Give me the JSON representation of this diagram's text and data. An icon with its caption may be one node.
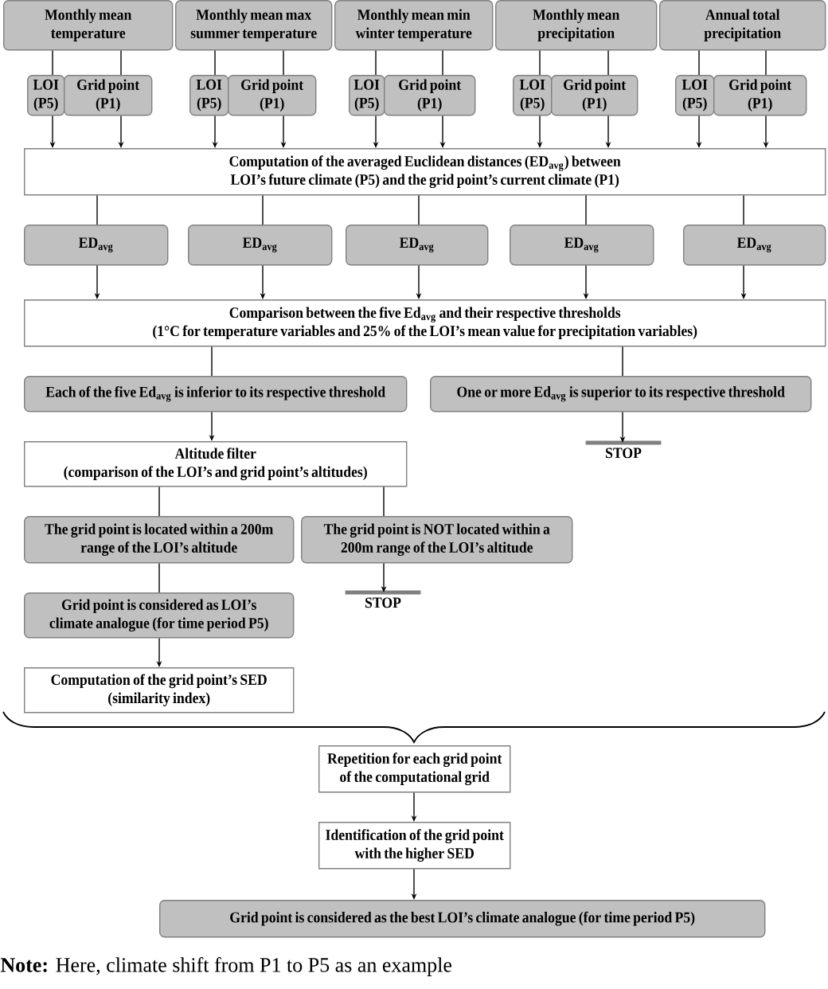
{
  "diagram": {
    "nodes": [
      {
        "text": [
          "Monthly mean temperature"
        ]
      },
      {
        "text": [
          "Monthly mean max summer temperature"
        ]
      },
      {
        "text": [
          "Monthly mean min winter temperature"
        ]
      },
      {
        "text": [
          "Monthly mean precipitation"
        ]
      },
      {
        "text": [
          "Annual total precipitation"
        ]
      },
      {
        "text": [
          "LOI (P5)"
        ]
      },
      {
        "text": [
          "Grid point (P1)"
        ]
      },
      {
        "text": [
          "LOI (P5)"
        ]
      },
      {
        "text": [
          "Grid point (P1)"
        ]
      },
      {
        "text": [
          "LOI (P5)"
        ]
      },
      {
        "text": [
          "Grid point (P1)"
        ]
      },
      {
        "text": [
          "LOI (P5)"
        ]
      },
      {
        "text": [
          "Grid point (P1)"
        ]
      },
      {
        "text": [
          "LOI (P5)"
        ]
      },
      {
        "text": [
          "Grid point (P1)"
        ]
      },
      {
        "text": [
          "Computation of the averaged Euclidean distances (ED$_{avg}$) between LOI’s future climate (P5) and the grid point’s current climate (P1)"
        ]
      },
      {
        "text": [
          "ED$_{avg}$"
        ]
      },
      {
        "text": [
          "ED$_{avg}$"
        ]
      },
      {
        "text": [
          "ED$_{avg}$"
        ]
      },
      {
        "text": [
          "ED$_{avg}$"
        ]
      },
      {
        "text": [
          "ED$_{avg}$"
        ]
      },
      {
        "text": [
          "Comparison between the five Ed$_{avg}$ and their respective thresholds",
          "(1°C for temperature variables and 25% of the LOI’s mean value for precipitation variables)"
        ]
      },
      {
        "text": [
          "Each of the five Ed$_{avg}$ is inferior to its respective threshold"
        ]
      },
      {
        "text": [
          "One or more Ed$_{avg}$ is superior to its respective threshold"
        ]
      },
      {
        "text": [
          "Altitude filter",
          "(comparison of the LOI’s and grid point’s altitudes)"
        ]
      },
      {
        "text": [
          "STOP"
        ]
      },
      {
        "text": [
          "The grid point is located within a 200m range of the LOI’s altitude"
        ]
      },
      {
        "text": [
          "The grid point is NOT located within a 200m range of the LOI’s altitude"
        ]
      },
      {
        "text": [
          "Grid point is considered as LOI’s climate analogue (for time period P5)"
        ]
      },
      {
        "text": [
          "STOP"
        ]
      },
      {
        "text": [
          "Computation of the grid point’s SED",
          "(similarity index)"
        ]
      },
      {
        "text": [
          "Repetition for each grid point of the computational grid"
        ]
      },
      {
        "text": [
          "Identification of the grid point with the higher SED"
        ]
      },
      {
        "text": [
          "Grid point is considered as the best LOI’s climate analogue (for time period P5)"
        ]
      }
    ],
    "edges": [
      {
        "from": 0,
        "to": 5,
        "arrow": "none"
      },
      {
        "from": 0,
        "to": 6,
        "arrow": "none"
      },
      {
        "from": 1,
        "to": 7,
        "arrow": "none"
      },
      {
        "from": 1,
        "to": 8,
        "arrow": "none"
      },
      {
        "from": 2,
        "to": 9,
        "arrow": "none"
      },
      {
        "from": 2,
        "to": 10,
        "arrow": "none"
      },
      {
        "from": 3,
        "to": 11,
        "arrow": "none"
      },
      {
        "from": 3,
        "to": 12,
        "arrow": "none"
      },
      {
        "from": 4,
        "to": 13,
        "arrow": "none"
      },
      {
        "from": 4,
        "to": 14,
        "arrow": "none"
      },
      {
        "from": 5,
        "to": 15,
        "arrow": "to"
      },
      {
        "from": 6,
        "to": 15,
        "arrow": "to"
      },
      {
        "from": 7,
        "to": 15,
        "arrow": "to"
      },
      {
        "from": 8,
        "to": 15,
        "arrow": "to"
      },
      {
        "from": 9,
        "to": 15,
        "arrow": "to"
      },
      {
        "from": 10,
        "to": 15,
        "arrow": "to"
      },
      {
        "from": 11,
        "to": 15,
        "arrow": "to"
      },
      {
        "from": 12,
        "to": 15,
        "arrow": "to"
      },
      {
        "from": 13,
        "to": 15,
        "arrow": "to"
      },
      {
        "from": 14,
        "to": 15,
        "arrow": "to"
      },
      {
        "from": 15,
        "to": 16,
        "arrow": "none"
      },
      {
        "from": 15,
        "to": 17,
        "arrow": "none"
      },
      {
        "from": 15,
        "to": 18,
        "arrow": "none"
      },
      {
        "from": 15,
        "to": 19,
        "arrow": "none"
      },
      {
        "from": 15,
        "to": 20,
        "arrow": "none"
      },
      {
        "from": 16,
        "to": 21,
        "arrow": "to"
      },
      {
        "from": 17,
        "to": 21,
        "arrow": "to"
      },
      {
        "from": 18,
        "to": 21,
        "arrow": "to"
      },
      {
        "from": 19,
        "to": 21,
        "arrow": "to"
      },
      {
        "from": 20,
        "to": 21,
        "arrow": "to"
      },
      {
        "from": 21,
        "to": 22,
        "arrow": "none"
      },
      {
        "from": 21,
        "to": 23,
        "arrow": "none"
      },
      {
        "from": 22,
        "to": 24,
        "arrow": "to"
      },
      {
        "from": 23,
        "to": 25,
        "arrow": "to"
      },
      {
        "from": 24,
        "to": 26,
        "arrow": "none"
      },
      {
        "from": 24,
        "to": 27,
        "arrow": "none"
      },
      {
        "from": 26,
        "to": 28,
        "arrow": "none"
      },
      {
        "from": 27,
        "to": 29,
        "arrow": "to"
      },
      {
        "from": 28,
        "to": 30,
        "arrow": "to"
      },
      {
        "from": 31,
        "to": 32,
        "arrow": "to"
      },
      {
        "from": 32,
        "to": 33,
        "arrow": "to"
      }
    ],
    "labels": [
      "**Note:** Here, climate shift from P1 to P5 as an example"
    ]
  }
}
